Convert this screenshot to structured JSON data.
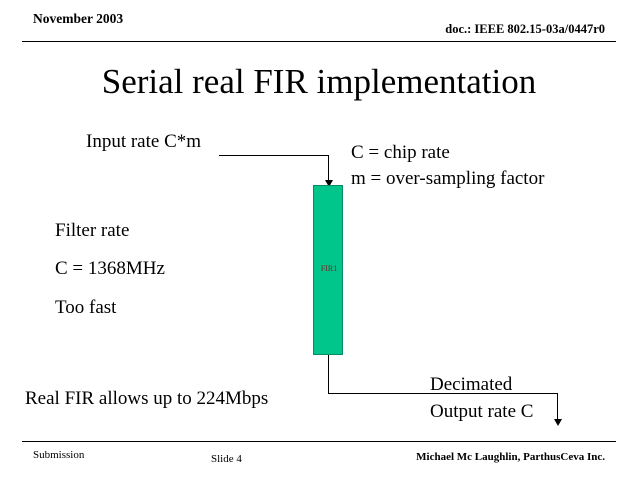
{
  "header": {
    "date": "November 2003",
    "doc_id": "doc.: IEEE 802.15-03a/0447r0"
  },
  "title": "Serial real FIR implementation",
  "diagram": {
    "input_label": "Input rate C*m",
    "chip_rate": "C = chip rate",
    "oversampling": "m = over-sampling factor",
    "filter_rate": "Filter rate",
    "filter_freq": "C = 1368MHz",
    "too_fast": "Too fast",
    "real_fir_note": "Real FIR allows up to 224Mbps",
    "decimated": "Decimated",
    "output_rate": "Output rate C",
    "block_label": "FIR1",
    "block_color": "#00c68c"
  },
  "footer": {
    "submission": "Submission",
    "slide": "Slide 4",
    "author": "Michael Mc Laughlin, ParthusCeva Inc."
  }
}
